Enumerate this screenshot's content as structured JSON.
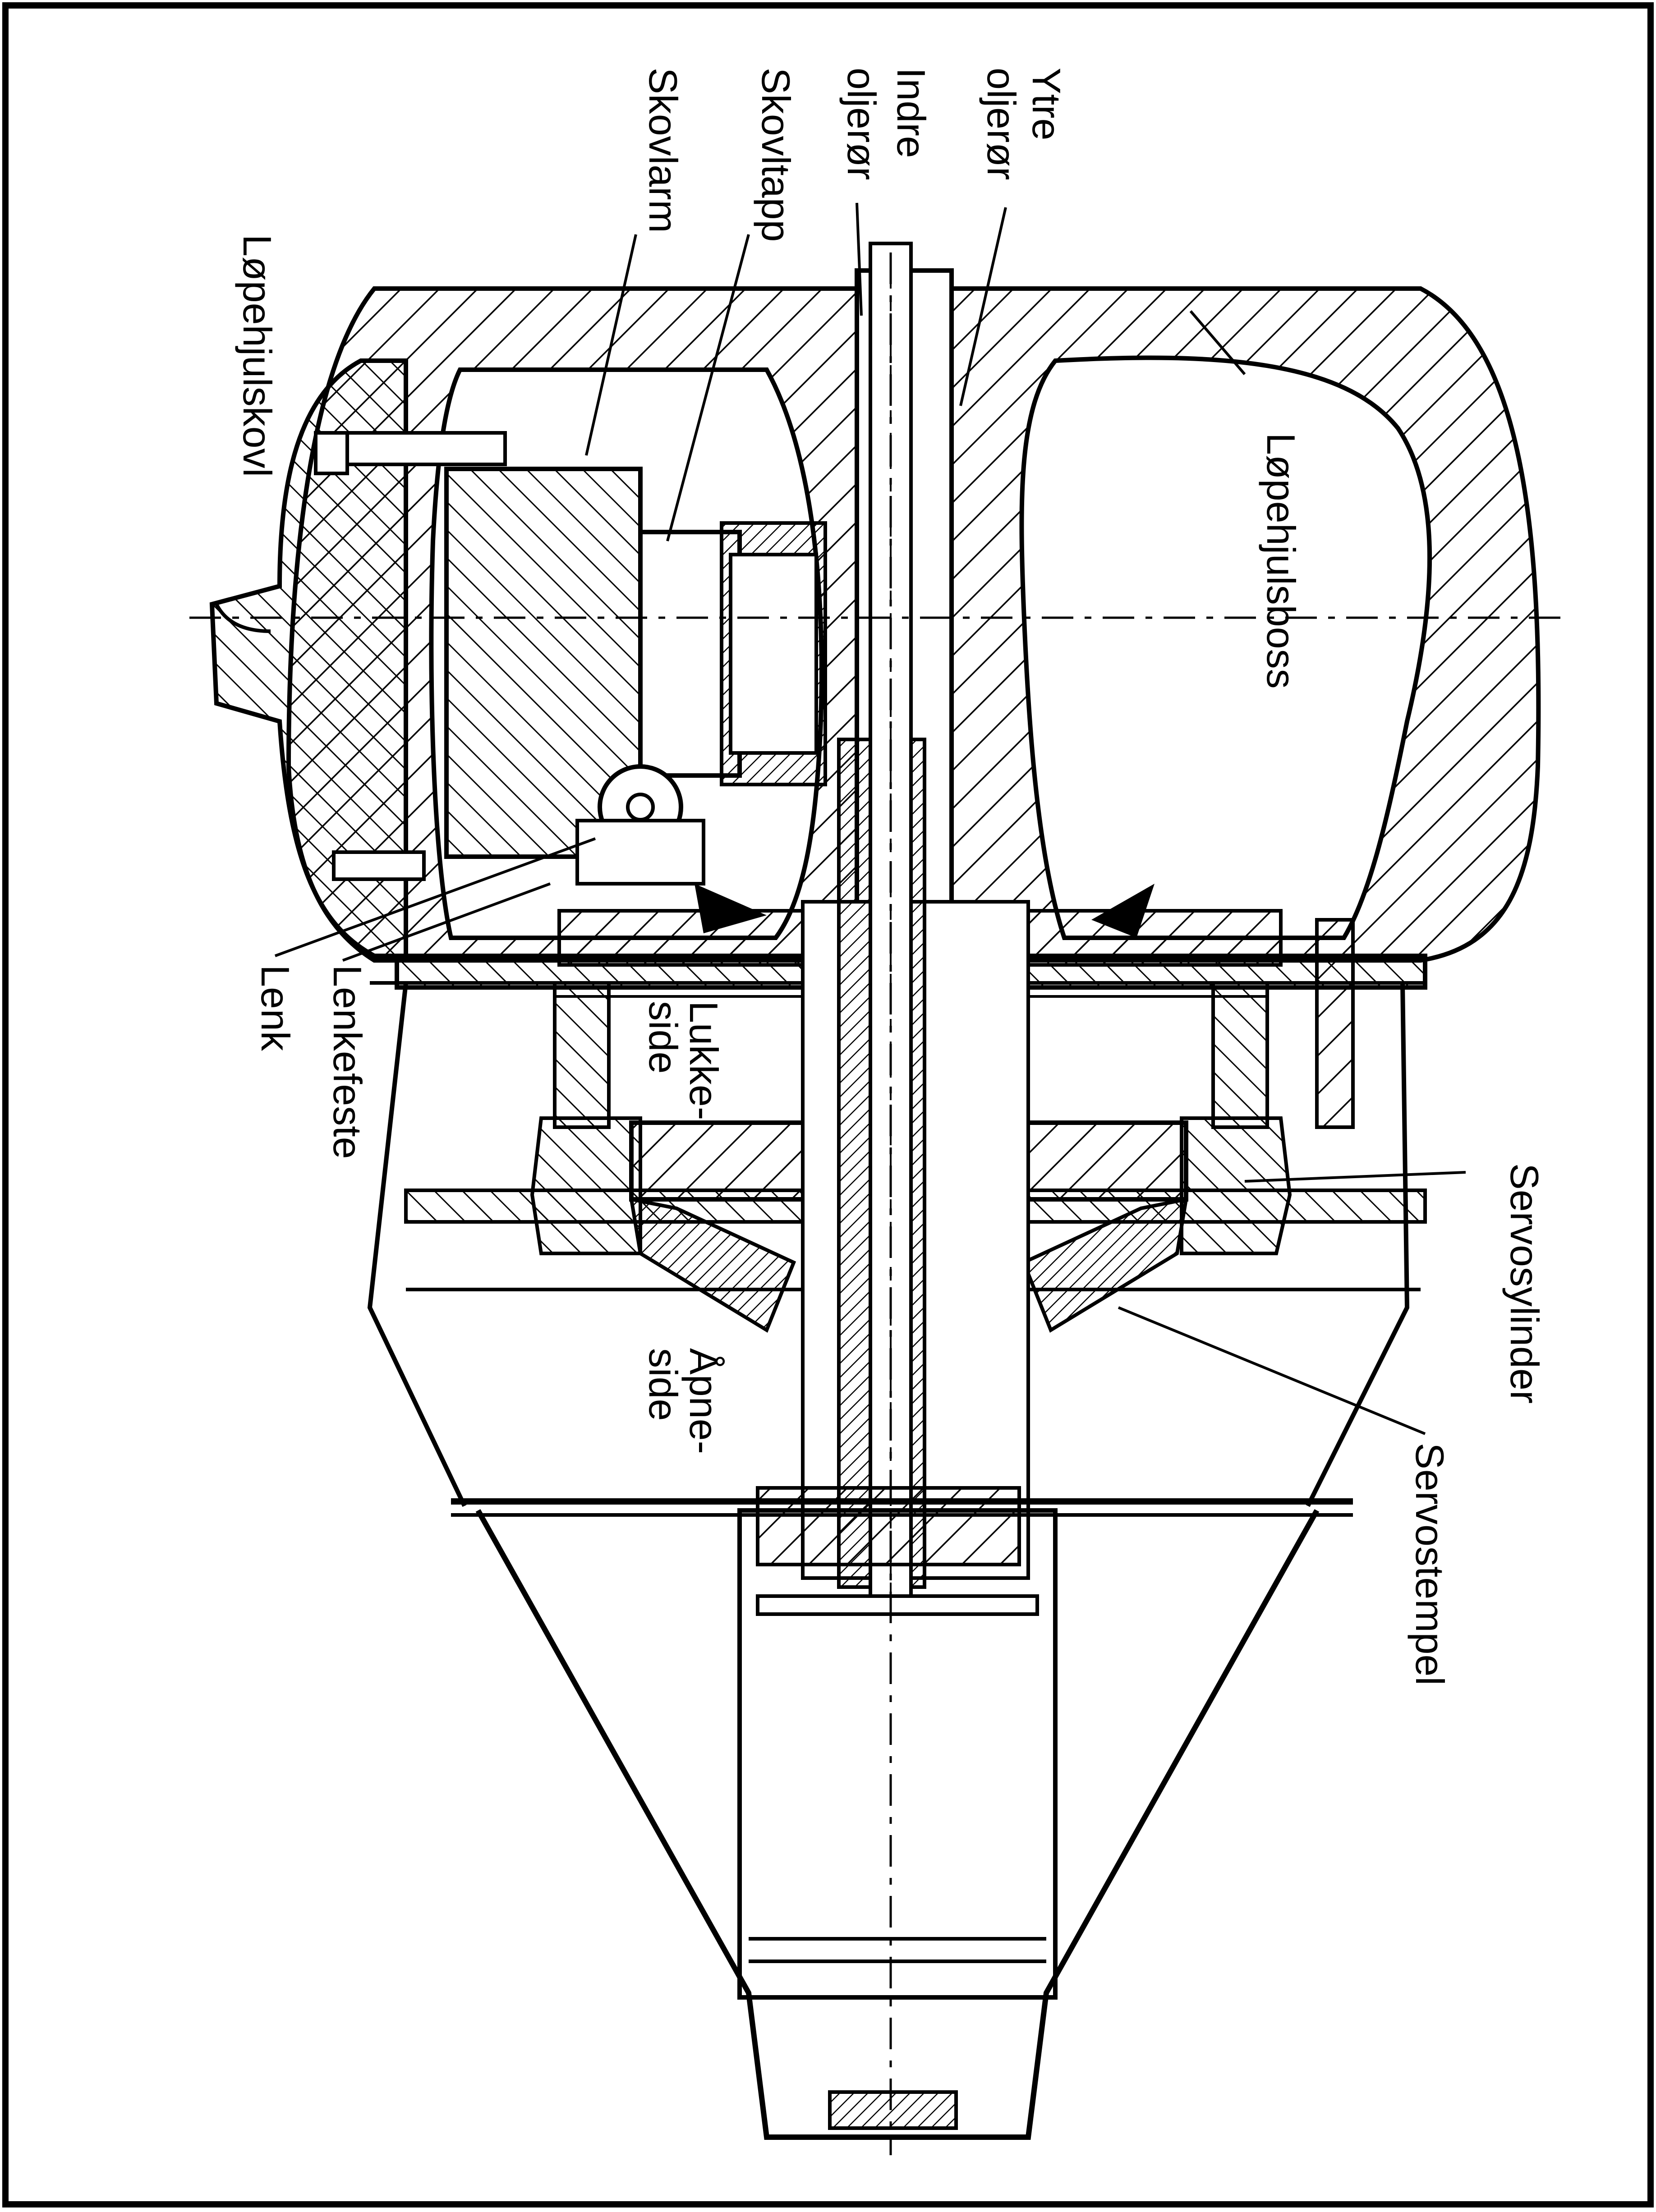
{
  "labels": {
    "ytre_1": "Ytre",
    "ytre_2": "oljerør",
    "indre_1": "Indre",
    "indre_2": "oljerør",
    "skovltapp": "Skovltapp",
    "skovlarm": "Skovlarm",
    "lopehjulskovl": "Løpehjulskovl",
    "lopehjulsboss": "Løpehjulsboss",
    "lenk": "Lenk",
    "lenkefeste": "Lenkefeste",
    "lukkeside_1": "Lukke-",
    "lukkeside_2": "side",
    "apneside_1": "Åpne-",
    "apneside_2": "side",
    "servosylinder": "Servosylinder",
    "servostempel": "Servostempel"
  },
  "colors": {
    "line": "#000000",
    "background": "#ffffff"
  }
}
